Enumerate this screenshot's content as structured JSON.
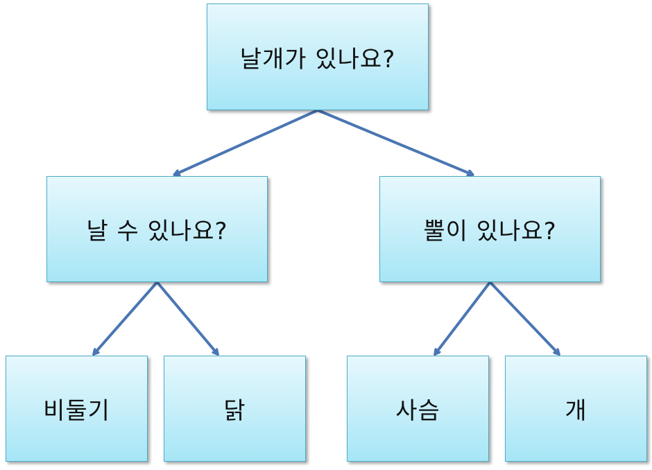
{
  "diagram": {
    "type": "decision-tree",
    "edge_color": "#4a76b3",
    "node_border_color": "#4bacc6",
    "node_fill_top": "#e6f8fd",
    "node_fill_bottom": "#a6e6f6",
    "nodes": {
      "root": {
        "label": "날개가 있나요?"
      },
      "left_question": {
        "label": "날 수 있나요?"
      },
      "right_question": {
        "label": "뿔이 있나요?"
      },
      "leaf_pigeon": {
        "label": "비둘기"
      },
      "leaf_chicken": {
        "label": "닭"
      },
      "leaf_deer": {
        "label": "사슴"
      },
      "leaf_dog": {
        "label": "개"
      }
    },
    "edges": [
      {
        "from": "root",
        "to": "left_question"
      },
      {
        "from": "root",
        "to": "right_question"
      },
      {
        "from": "left_question",
        "to": "leaf_pigeon"
      },
      {
        "from": "left_question",
        "to": "leaf_chicken"
      },
      {
        "from": "right_question",
        "to": "leaf_deer"
      },
      {
        "from": "right_question",
        "to": "leaf_dog"
      }
    ]
  }
}
